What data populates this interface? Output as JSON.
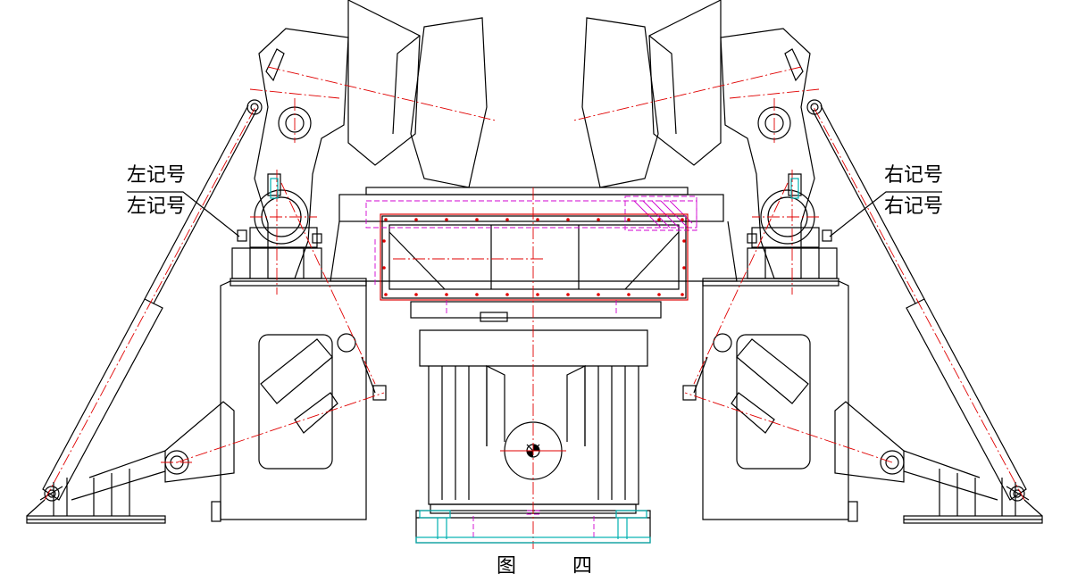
{
  "labels": {
    "left_mark_1": "左记号",
    "left_mark_2": "左记号",
    "right_mark_1": "右记号",
    "right_mark_2": "右记号"
  },
  "caption": "图 四",
  "colors": {
    "outline": "#000000",
    "centerline": "#e00000",
    "hidden": "#d000d0",
    "section": "#00b0b0"
  }
}
